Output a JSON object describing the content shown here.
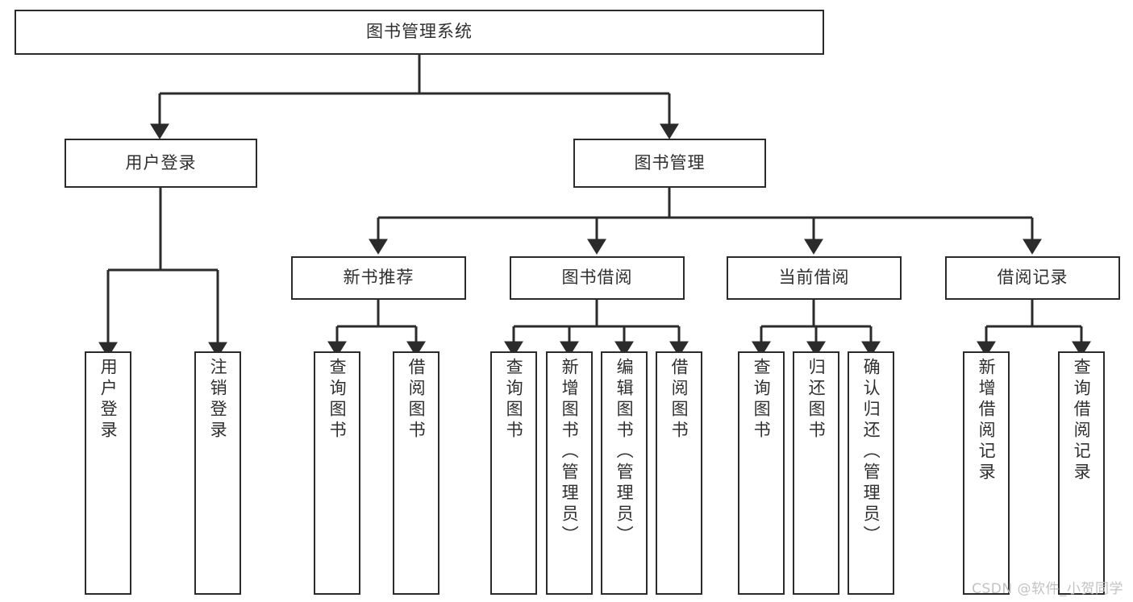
{
  "diagram": {
    "title": "图书管理系统",
    "watermark": "CSDN @软件_小贺同学",
    "stroke_color": "#2b2b2b",
    "text_color": "#2f2f2f",
    "background_color": "#ffffff",
    "watermark_color": "#c2c2c2",
    "root": {
      "label": "图书管理系统"
    },
    "level1": [
      {
        "label": "用户登录"
      },
      {
        "label": "图书管理"
      }
    ],
    "level2": [
      {
        "label": "新书推荐"
      },
      {
        "label": "图书借阅"
      },
      {
        "label": "当前借阅"
      },
      {
        "label": "借阅记录"
      }
    ],
    "leaves": {
      "user_login": [
        {
          "label": "用户登录"
        },
        {
          "label": "注销登录"
        }
      ],
      "new_book_recommend": [
        {
          "label": "查询图书"
        },
        {
          "label": "借阅图书"
        }
      ],
      "book_borrow": [
        {
          "label": "查询图书"
        },
        {
          "label": "新增图书（管理员）"
        },
        {
          "label": "编辑图书（管理员）"
        },
        {
          "label": "借阅图书"
        }
      ],
      "current_borrow": [
        {
          "label": "查询图书"
        },
        {
          "label": "归还图书"
        },
        {
          "label": "确认归还（管理员）"
        }
      ],
      "borrow_record": [
        {
          "label": "新增借阅记录"
        },
        {
          "label": "查询借阅记录"
        }
      ]
    }
  }
}
